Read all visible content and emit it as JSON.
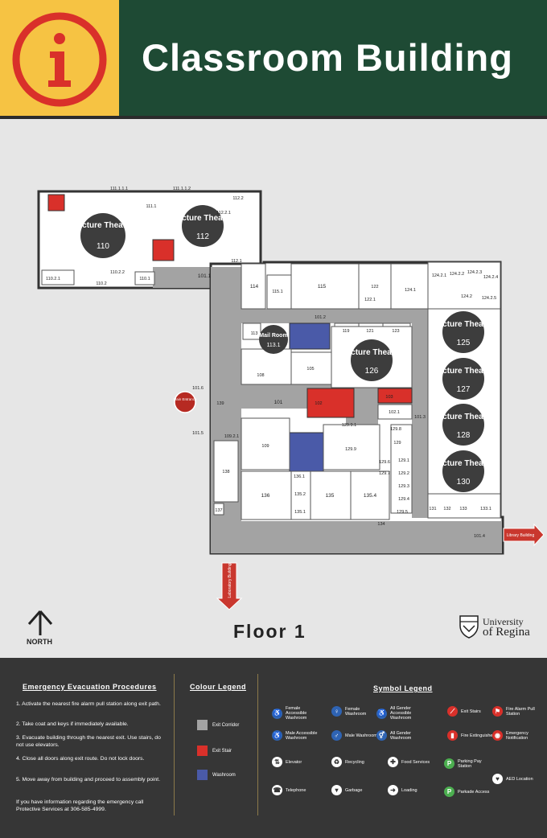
{
  "header": {
    "title": "Classroom Building",
    "info_icon": "info-icon",
    "colors": {
      "yellow": "#f6c343",
      "green": "#1e4a34",
      "icon_red": "#d9302a"
    }
  },
  "map": {
    "floor_label": "Floor 1",
    "north_label": "NORTH",
    "main_entrance": "Main Entrance",
    "library_building": "Library Building",
    "laboratory_building": "Laboratory Building",
    "lecture_theatres": [
      {
        "name": "Lecture Theatre",
        "number": "110"
      },
      {
        "name": "Lecture Theatre",
        "number": "112"
      },
      {
        "name": "Lecture Theatre",
        "number": "125"
      },
      {
        "name": "Lecture Theatre",
        "number": "126"
      },
      {
        "name": "Lecture Theatre",
        "number": "127"
      },
      {
        "name": "Lecture Theatre",
        "number": "128"
      },
      {
        "name": "Lecture Theatre",
        "number": "130"
      }
    ],
    "mail_room": {
      "name": "Mail Room",
      "number": "113.1"
    },
    "rooms": [
      "111.1.1.1",
      "111.1.1.2",
      "111.1",
      "112.2.1",
      "112.2",
      "112.1",
      "110.2.2",
      "110.2.1",
      "110.2",
      "110.1",
      "101.1",
      "114",
      "115.1",
      "115",
      "122",
      "122.1",
      "124.1",
      "124.2.1",
      "124.2.2",
      "124.2.3",
      "124.2.4",
      "124.2",
      "124.2.5",
      "101.2",
      "124.1",
      "113",
      "119",
      "121",
      "123",
      "105",
      "108",
      "101",
      "102",
      "103",
      "102.1",
      "101.3",
      "101.6",
      "139",
      "101.5",
      "109.2.1",
      "109",
      "129.9.1",
      "129.9",
      "129.8",
      "129",
      "129.1",
      "129.2",
      "129.3",
      "129.4",
      "129.5",
      "129.6",
      "129.7",
      "129.2",
      "136",
      "136.1",
      "135.2",
      "135.1",
      "135",
      "135.4",
      "138",
      "137",
      "131",
      "132",
      "133",
      "133.1",
      "134",
      "101.4"
    ],
    "university": {
      "line1": "University",
      "line2": "of Regina"
    },
    "colors": {
      "corridor": "#a3a3a3",
      "stair": "#d9302a",
      "washroom": "#4a5aa8",
      "theatre": "#3d3d3d"
    }
  },
  "legend": {
    "procedures_title": "Emergency Evacuation Procedures",
    "steps": [
      "1. Activate the nearest fire alarm pull station along exit path.",
      "2. Take coat and keys if immediately available.",
      "3. Evacuate building through the nearest exit. Use stairs, do not use elevators.",
      "4. Close all doors along exit route. Do not lock doors.",
      "5. Move away from building and proceed to assembly point."
    ],
    "contact": "If you have information regarding the emergency call Protective Services at 306-585-4999.",
    "colour_title": "Colour Legend",
    "colours": [
      {
        "label": "Exit Corridor",
        "color": "#a3a3a3"
      },
      {
        "label": "Exit Stair",
        "color": "#d9302a"
      },
      {
        "label": "Washroom",
        "color": "#4a5aa8"
      }
    ],
    "symbol_title": "Symbol Legend",
    "symbols": [
      {
        "label": "Female Accessible Washroom",
        "icon": "female-accessible-washroom-icon",
        "style": "blue",
        "glyph": "♿"
      },
      {
        "label": "Female Washroom",
        "icon": "female-washroom-icon",
        "style": "blue",
        "glyph": "♀"
      },
      {
        "label": "All Gender Accessible Washroom",
        "icon": "all-gender-accessible-washroom-icon",
        "style": "blue",
        "glyph": "♿"
      },
      {
        "label": "Exit Stairs",
        "icon": "exit-stairs-icon",
        "style": "red",
        "glyph": "⟋"
      },
      {
        "label": "Fire Alarm Pull Station",
        "icon": "fire-alarm-icon",
        "style": "red",
        "glyph": "⚑"
      },
      {
        "label": "Male Accessible Washroom",
        "icon": "male-accessible-washroom-icon",
        "style": "blue",
        "glyph": "♿"
      },
      {
        "label": "Male Washroom",
        "icon": "male-washroom-icon",
        "style": "blue",
        "glyph": "♂"
      },
      {
        "label": "All Gender Washroom",
        "icon": "all-gender-washroom-icon",
        "style": "blue",
        "glyph": "⚥"
      },
      {
        "label": "Fire Extinguisher",
        "icon": "fire-extinguisher-icon",
        "style": "red",
        "glyph": "▮"
      },
      {
        "label": "Emergency Notification",
        "icon": "emergency-notification-icon",
        "style": "red",
        "glyph": "◉"
      },
      {
        "label": "Elevator",
        "icon": "elevator-icon",
        "style": "white",
        "glyph": "⇅"
      },
      {
        "label": "Recycling",
        "icon": "recycling-icon",
        "style": "white",
        "glyph": "♻"
      },
      {
        "label": "Food Services",
        "icon": "food-services-icon",
        "style": "white",
        "glyph": "✚"
      },
      {
        "label": "Parking Pay Station",
        "icon": "parking-pay-station-icon",
        "style": "green",
        "glyph": "P"
      },
      {
        "label": "AED Location",
        "icon": "aed-icon",
        "style": "white",
        "glyph": "♥"
      },
      {
        "label": "Telephone",
        "icon": "telephone-icon",
        "style": "white",
        "glyph": "☎"
      },
      {
        "label": "Garbage",
        "icon": "garbage-icon",
        "style": "white",
        "glyph": "▾"
      },
      {
        "label": "Loading",
        "icon": "loading-icon",
        "style": "white",
        "glyph": "➜"
      },
      {
        "label": "Parkade Access",
        "icon": "parkade-access-icon",
        "style": "green",
        "glyph": "P"
      }
    ]
  }
}
